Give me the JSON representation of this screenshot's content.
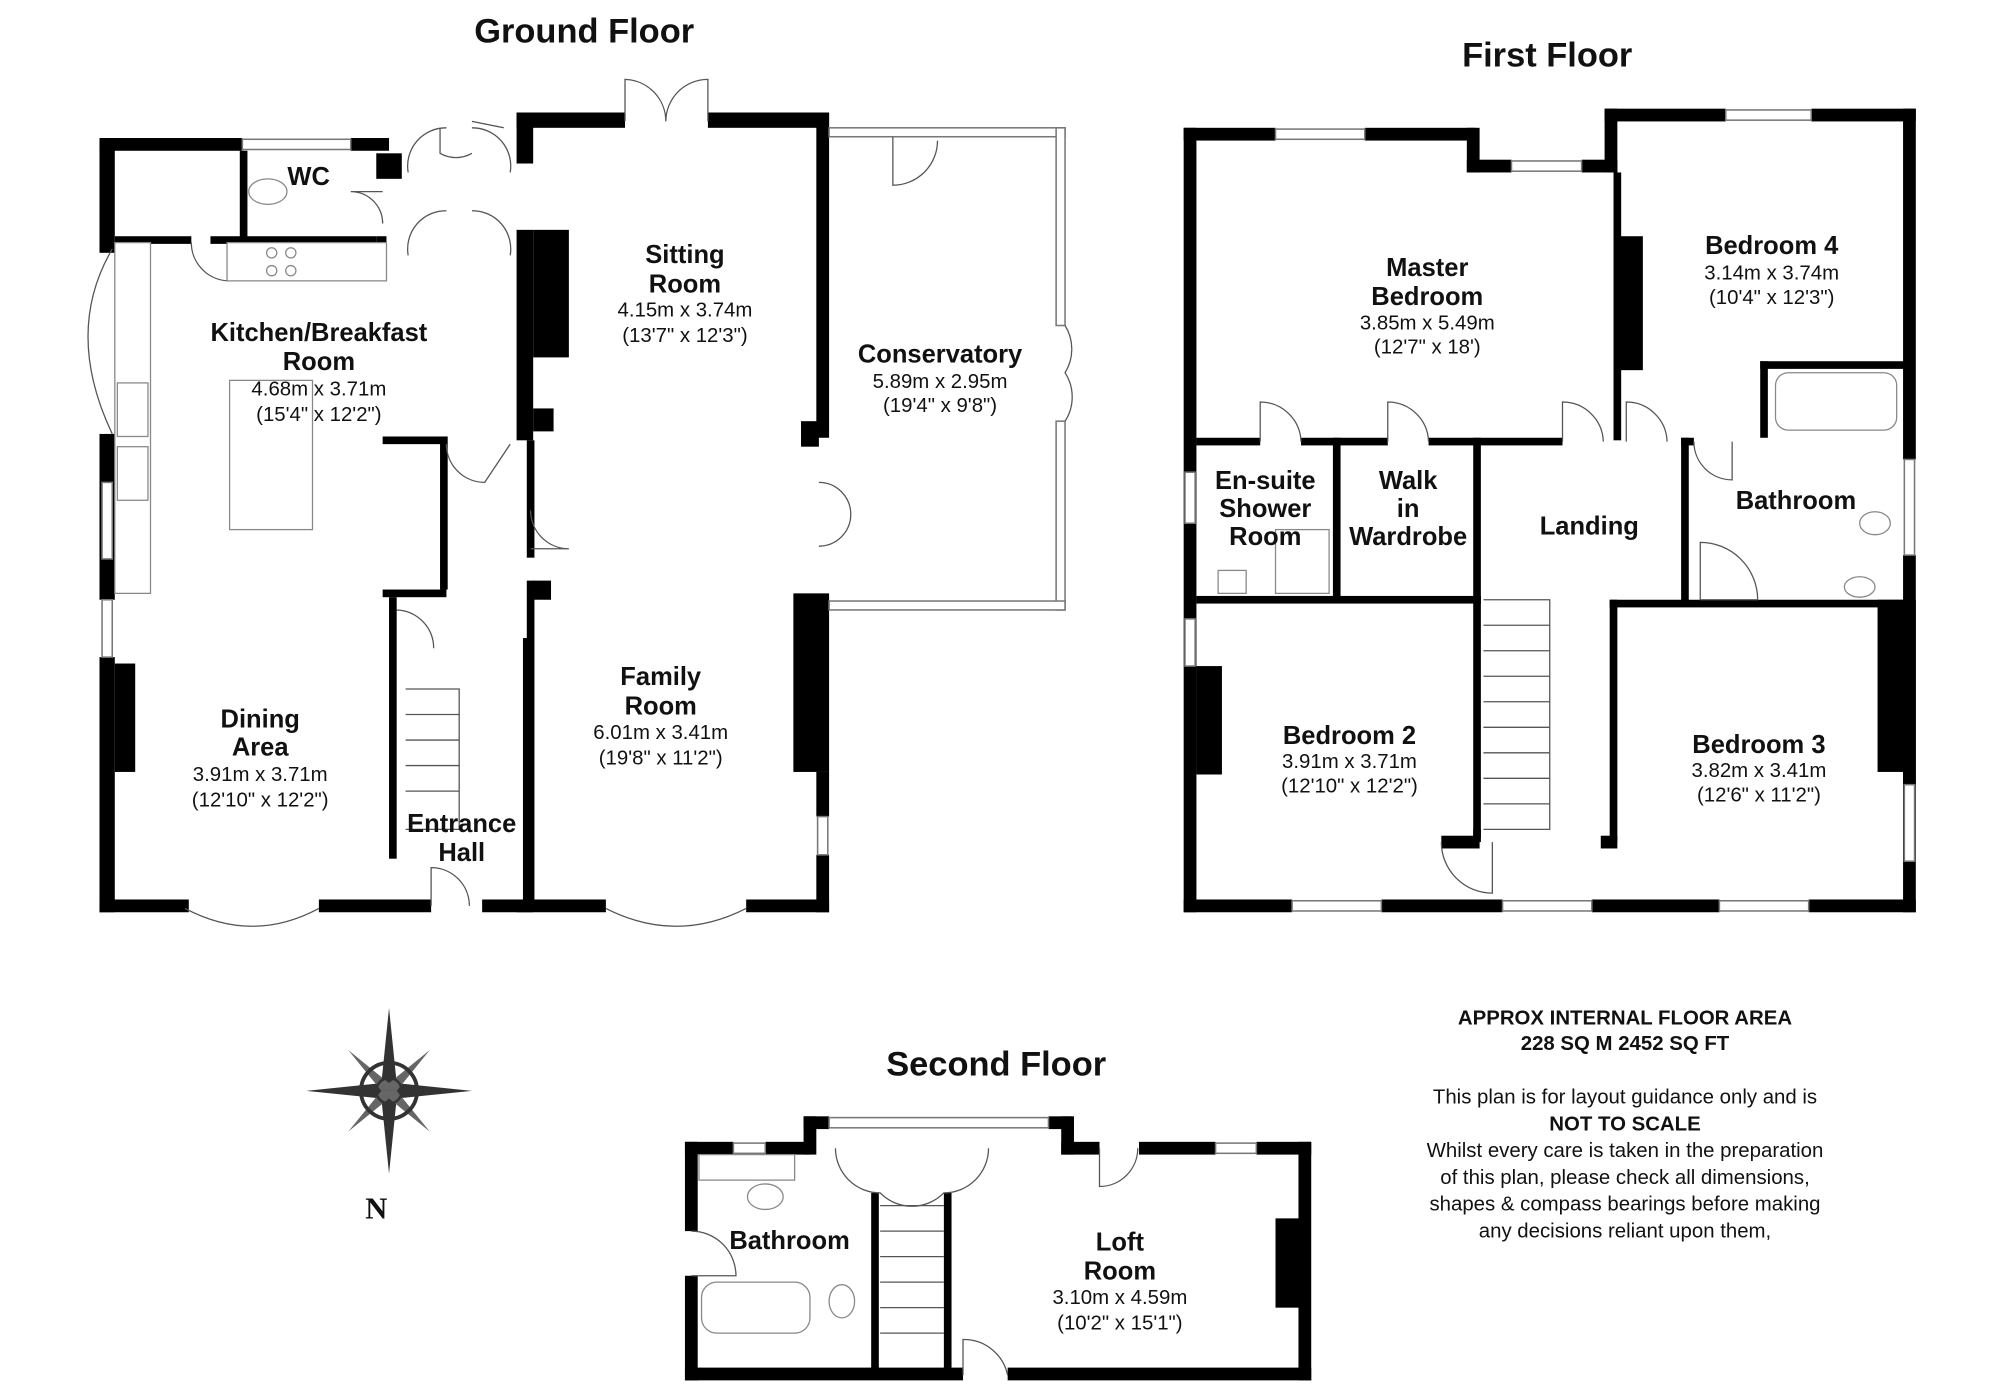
{
  "floors": {
    "ground": {
      "title": "Ground Floor",
      "rooms": [
        {
          "name_lines": [
            "WC"
          ]
        },
        {
          "name_lines": [
            "Kitchen/Breakfast",
            "Room"
          ],
          "metric": "4.68m x 3.71m",
          "imperial": "(15'4\" x 12'2\")"
        },
        {
          "name_lines": [
            "Sitting",
            "Room"
          ],
          "metric": "4.15m x 3.74m",
          "imperial": "(13'7\" x 12'3\")"
        },
        {
          "name_lines": [
            "Conservatory"
          ],
          "metric": "5.89m x 2.95m",
          "imperial": "(19'4\" x 9'8\")"
        },
        {
          "name_lines": [
            "Family",
            "Room"
          ],
          "metric": "6.01m x 3.41m",
          "imperial": "(19'8\" x 11'2\")"
        },
        {
          "name_lines": [
            "Dining",
            "Area"
          ],
          "metric": "3.91m x 3.71m",
          "imperial": "(12'10\" x 12'2\")"
        },
        {
          "name_lines": [
            "Entrance",
            "Hall"
          ]
        }
      ]
    },
    "first": {
      "title": "First Floor",
      "rooms": [
        {
          "name_lines": [
            "Master",
            "Bedroom"
          ],
          "metric": "3.85m x 5.49m",
          "imperial": "(12'7\" x 18')"
        },
        {
          "name_lines": [
            "Bedroom 4"
          ],
          "metric": "3.14m x 3.74m",
          "imperial": "(10'4\" x 12'3\")"
        },
        {
          "name_lines": [
            "En-suite",
            "Shower",
            "Room"
          ]
        },
        {
          "name_lines": [
            "Walk",
            "in",
            "Wardrobe"
          ]
        },
        {
          "name_lines": [
            "Landing"
          ]
        },
        {
          "name_lines": [
            "Bathroom"
          ]
        },
        {
          "name_lines": [
            "Bedroom 2"
          ],
          "metric": "3.91m x 3.71m",
          "imperial": "(12'10\" x 12'2\")"
        },
        {
          "name_lines": [
            "Bedroom 3"
          ],
          "metric": "3.82m x 3.41m",
          "imperial": "(12'6\" x 11'2\")"
        }
      ]
    },
    "second": {
      "title": "Second Floor",
      "rooms": [
        {
          "name_lines": [
            "Bathroom"
          ]
        },
        {
          "name_lines": [
            "Loft",
            "Room"
          ],
          "metric": "3.10m x 4.59m",
          "imperial": "(10'2\" x 15'1\")"
        }
      ]
    }
  },
  "compass": {
    "north_label": "N"
  },
  "notes": {
    "area_heading": "APPROX INTERNAL FLOOR AREA",
    "area_value": "228 SQ M 2452 SQ FT",
    "disclaimer_1": "This plan is for layout guidance only and is",
    "disclaimer_bold": "NOT TO SCALE",
    "disclaimer_lines": [
      "Whilst every care is taken in the preparation",
      "of this plan, please check all dimensions,",
      "shapes & compass bearings before making",
      "any decisions reliant upon them,"
    ]
  }
}
